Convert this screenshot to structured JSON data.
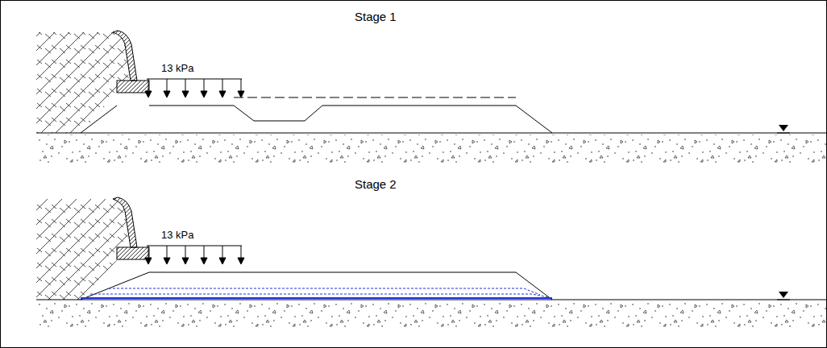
{
  "diagram": {
    "labels": [
      "Stage 1",
      "13 kPa",
      "Stage 2",
      "13 kPa"
    ]
  }
}
